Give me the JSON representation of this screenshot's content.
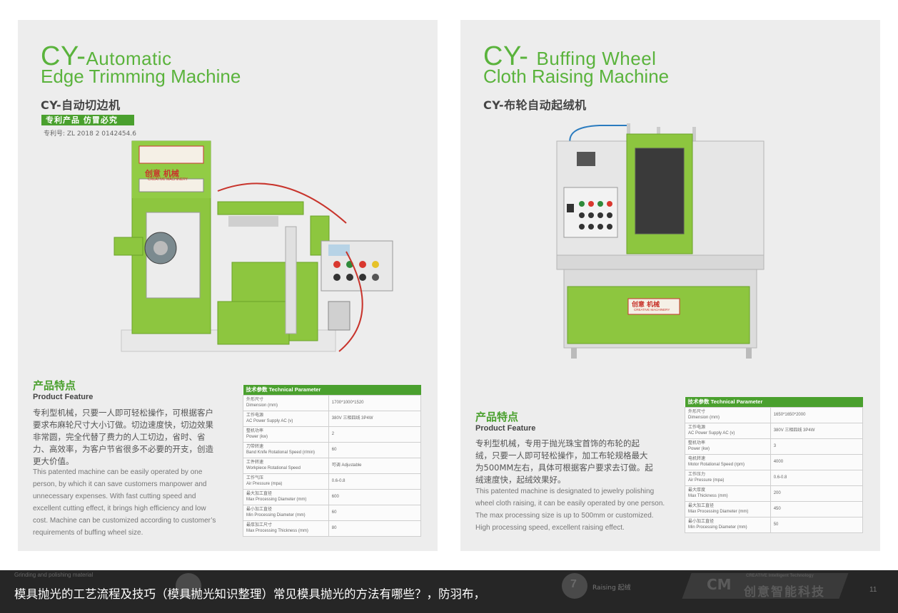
{
  "left": {
    "title_prefix": "CY-",
    "title_line1": "Automatic",
    "title_line2": "Edge Trimming Machine",
    "title_cn": "CY-自动切边机",
    "patent_badge": "专利产品  仿冒必究",
    "patent_no": "专利号: ZL 2018 2 0142454.6",
    "machine_sign": "创意  机械",
    "machine_sign_en": "CREATIVE MACHINERY",
    "feature_cn": "产品特点",
    "feature_en": "Product Feature",
    "desc_cn": "专利型机械，只要一人即可轻松操作，可根据客户要求布麻轮尺寸大小订做。切边速度快，切边效果非常圆，完全代替了费力的人工切边，省时、省力、高效率，为客户节省很多不必要的开支，创造更大价值。",
    "desc_en": "This patented machine can be easily operated by one person, by which it can save customers manpower and unnecessary expenses. With fast cutting speed and excellent cutting effect, it brings high efficiency and low cost. Machine can be customized according to customer’s requirements of buffing wheel size.",
    "table_header": "技术参数  Technical Parameter",
    "params": [
      {
        "cn": "外形尺寸",
        "en": "Dimension (mm)",
        "value": "1700*1000*1520"
      },
      {
        "cn": "工作电源",
        "en": "AC Power Supply AC (v)",
        "value": "380V  三相四线 3P4W"
      },
      {
        "cn": "整机功率",
        "en": "Power (kw)",
        "value": "2"
      },
      {
        "cn": "刀带转速",
        "en": "Band Knife Rotational Speed (r/min)",
        "value": "60"
      },
      {
        "cn": "工件转速",
        "en": "Workpiece Rotational Speed",
        "value": "可调 Adjustable"
      },
      {
        "cn": "工作气压",
        "en": "Air Pressure (mpa)",
        "value": "0.6-0.8"
      },
      {
        "cn": "最大加工直径",
        "en": "Max Processing Diameter (mm)",
        "value": "600"
      },
      {
        "cn": "最小加工直径",
        "en": "Min Processing Diameter (mm)",
        "value": "60"
      },
      {
        "cn": "最厚加工尺寸",
        "en": "Max Processing Thickness (mm)",
        "value": "80"
      }
    ]
  },
  "right": {
    "title_prefix": "CY-",
    "title_line1": "Buffing Wheel",
    "title_line2": "Cloth Raising Machine",
    "title_cn": "CY-布轮自动起绒机",
    "machine_sign": "创意  机械",
    "machine_sign_en": "CREATIVE MACHINERY",
    "feature_cn": "产品特点",
    "feature_en": "Product Feature",
    "desc_cn": "专利型机械，专用于抛光珠宝首饰的布轮的起绒，只要一人即可轻松操作，加工布轮规格最大为500MM左右，具体可根据客户要求去订做。起绒速度快，起绒效果好。",
    "desc_en": "This patented machine is designated to jewelry polishing wheel cloth raising, it can be easily operated by one person. The max processing size is up to 500mm or customized. High processing speed, excellent raising effect.",
    "table_header": "技术参数  Technical Parameter",
    "params": [
      {
        "cn": "外形尺寸",
        "en": "Dimension (mm)",
        "value": "1650*1650*2000"
      },
      {
        "cn": "工作电源",
        "en": "AC Power Supply AC (v)",
        "value": "380V  三相四线 3P4W"
      },
      {
        "cn": "整机功率",
        "en": "Power (kw)",
        "value": "3"
      },
      {
        "cn": "电机转速",
        "en": "Motor Rotational Speed (rpm)",
        "value": "4000"
      },
      {
        "cn": "工作压力",
        "en": "Air Pressure (mpa)",
        "value": "0.6-0.8"
      },
      {
        "cn": "最大厚度",
        "en": "Max Thickness (mm)",
        "value": "200"
      },
      {
        "cn": "最大加工直径",
        "en": "Max Processing Diameter (mm)",
        "value": "450"
      },
      {
        "cn": "最小加工直径",
        "en": "Min Processing Diameter (mm)",
        "value": "50"
      }
    ]
  },
  "footer": {
    "ghost_left": "Grinding and polishing material",
    "ghost_step": "7",
    "ghost_raising": "Raising 起绒",
    "logo_en": "CREATIVE  Intelligent Technology",
    "logo_cn": "创意智能科技",
    "logo_mark": "CM",
    "pager": "11",
    "caption": "模具抛光的工艺流程及技巧（模具抛光知识整理）常见模具抛光的方法有哪些？，防羽布，"
  },
  "colors": {
    "brand_green": "#5ab33c",
    "table_green": "#4aa02e",
    "panel_bg": "#ededed",
    "caption_bar": "#262626"
  }
}
